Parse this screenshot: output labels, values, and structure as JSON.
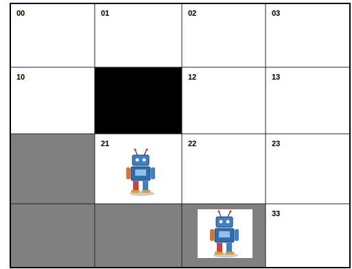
{
  "diagram": {
    "nodes": [
      {
        "text": [
          "00"
        ]
      },
      {
        "text": [
          "01"
        ]
      },
      {
        "text": [
          "02"
        ]
      },
      {
        "text": [
          "03"
        ]
      },
      {
        "text": [
          "10"
        ]
      },
      {
        "text": [
          "12"
        ]
      },
      {
        "text": [
          "13"
        ]
      },
      {
        "text": [
          "21"
        ]
      },
      {
        "text": [
          "22"
        ]
      },
      {
        "text": [
          "23"
        ]
      },
      {
        "text": [
          "33"
        ]
      }
    ]
  }
}
